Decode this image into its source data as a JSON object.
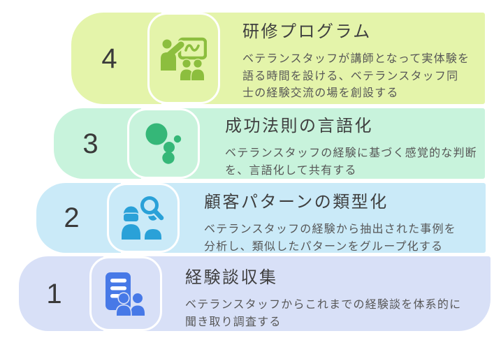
{
  "diagram": {
    "page_background": "#FFFFFF",
    "steps": [
      {
        "number": "1",
        "title": "経験談収集",
        "description": "ベテランスタッフからこれまでの経験談を体系的に\n聞き取り調査する",
        "icon": "interview-document-people-icon",
        "colors": {
          "background": "#D8E0F7",
          "icon": "#4779E7"
        }
      },
      {
        "number": "2",
        "title": "顧客パターンの類型化",
        "description": "ベテランスタッフの経験から抽出された事例を\n分析し、類似したパターンをグループ化する",
        "icon": "person-magnifier-icon",
        "colors": {
          "background": "#CAEAF8",
          "icon": "#2AA1D8"
        }
      },
      {
        "number": "3",
        "title": "成功法則の言語化",
        "description": "ベテランスタッフの経験に基づく感覚的な判断\nを、言語化して共有する",
        "icon": "bubble-cluster-icon",
        "colors": {
          "background": "#C8F3DC",
          "icon": "#35B778"
        }
      },
      {
        "number": "4",
        "title": "研修プログラム",
        "description": "ベテランスタッフが講師となって実体験を\n語る時間を設ける、ベテランスタッフ同\n士の経験交流の場を創設する",
        "icon": "training-presentation-icon",
        "colors": {
          "background": "#E4F4AA",
          "icon": "#8CBE3E"
        }
      }
    ],
    "text_colors": {
      "number": "#3A3A3A",
      "title": "#3F3F3F",
      "description": "#575757"
    }
  }
}
